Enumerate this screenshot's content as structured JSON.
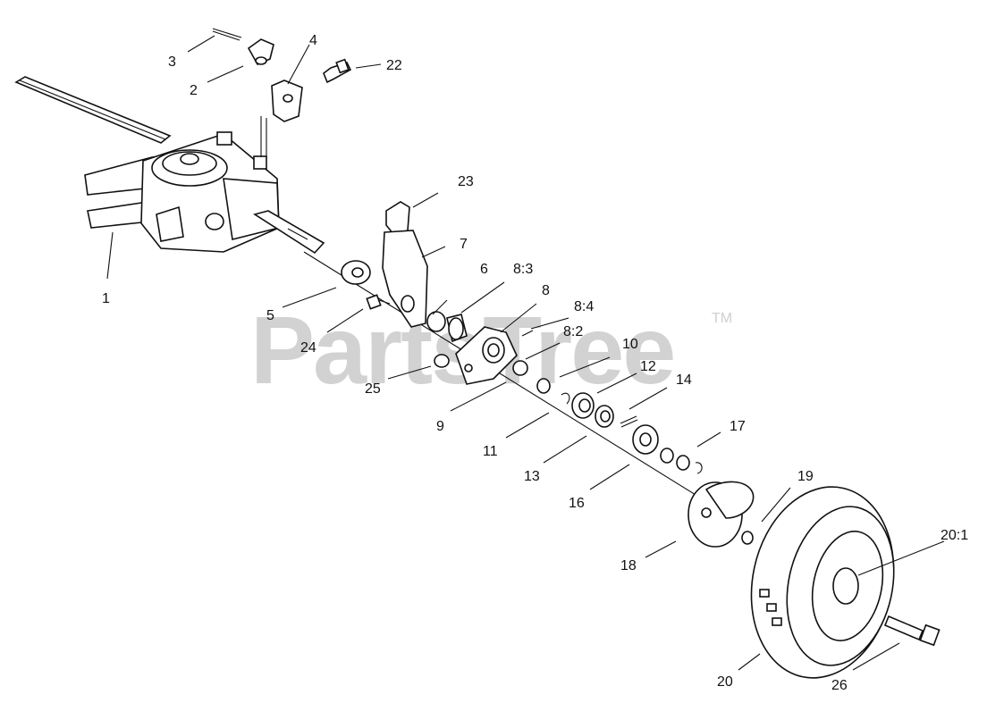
{
  "watermark": {
    "text": "PartsTree",
    "trademark": "TM"
  },
  "callouts": [
    {
      "id": "1",
      "label": "1"
    },
    {
      "id": "2",
      "label": "2"
    },
    {
      "id": "3",
      "label": "3"
    },
    {
      "id": "4",
      "label": "4"
    },
    {
      "id": "5",
      "label": "5"
    },
    {
      "id": "6",
      "label": "6"
    },
    {
      "id": "7",
      "label": "7"
    },
    {
      "id": "8",
      "label": "8"
    },
    {
      "id": "8-2",
      "label": "8:2"
    },
    {
      "id": "8-3",
      "label": "8:3"
    },
    {
      "id": "8-4",
      "label": "8:4"
    },
    {
      "id": "9",
      "label": "9"
    },
    {
      "id": "10",
      "label": "10"
    },
    {
      "id": "11",
      "label": "11"
    },
    {
      "id": "12",
      "label": "12"
    },
    {
      "id": "13",
      "label": "13"
    },
    {
      "id": "14",
      "label": "14"
    },
    {
      "id": "16",
      "label": "16"
    },
    {
      "id": "17",
      "label": "17"
    },
    {
      "id": "18",
      "label": "18"
    },
    {
      "id": "19",
      "label": "19"
    },
    {
      "id": "20",
      "label": "20"
    },
    {
      "id": "20-1",
      "label": "20:1"
    },
    {
      "id": "22",
      "label": "22"
    },
    {
      "id": "23",
      "label": "23"
    },
    {
      "id": "24",
      "label": "24"
    },
    {
      "id": "25",
      "label": "25"
    },
    {
      "id": "26",
      "label": "26"
    }
  ]
}
